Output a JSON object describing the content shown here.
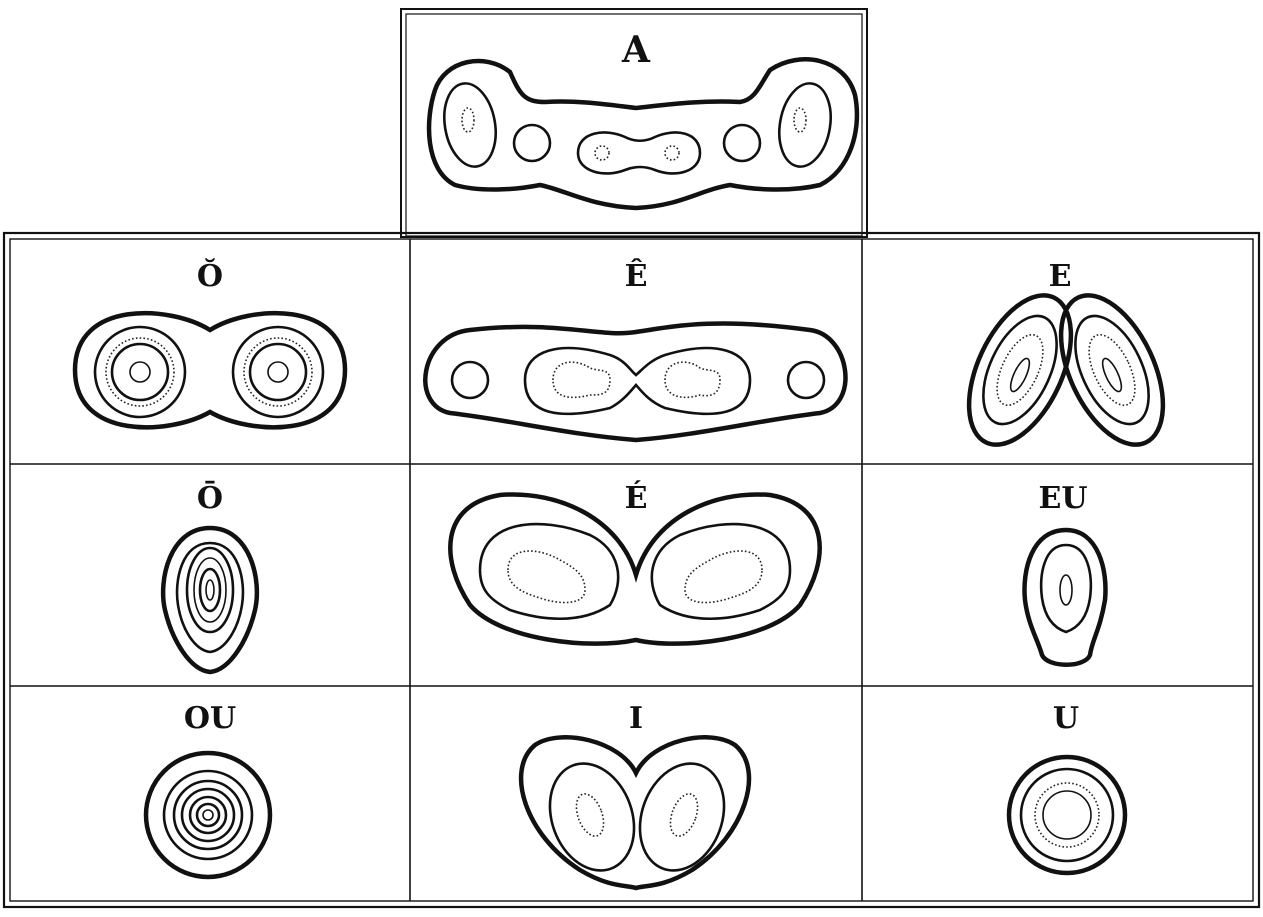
{
  "figure": {
    "cells": [
      {
        "id": "A",
        "label": "A"
      },
      {
        "id": "O_breve",
        "label": "Ŏ"
      },
      {
        "id": "E_circ",
        "label": "Ê"
      },
      {
        "id": "E",
        "label": "E"
      },
      {
        "id": "O_macron",
        "label": "Ō"
      },
      {
        "id": "E_acute",
        "label": "É"
      },
      {
        "id": "EU",
        "label": "EU"
      },
      {
        "id": "OU",
        "label": "OU"
      },
      {
        "id": "I",
        "label": "I"
      },
      {
        "id": "U",
        "label": "U"
      }
    ]
  }
}
